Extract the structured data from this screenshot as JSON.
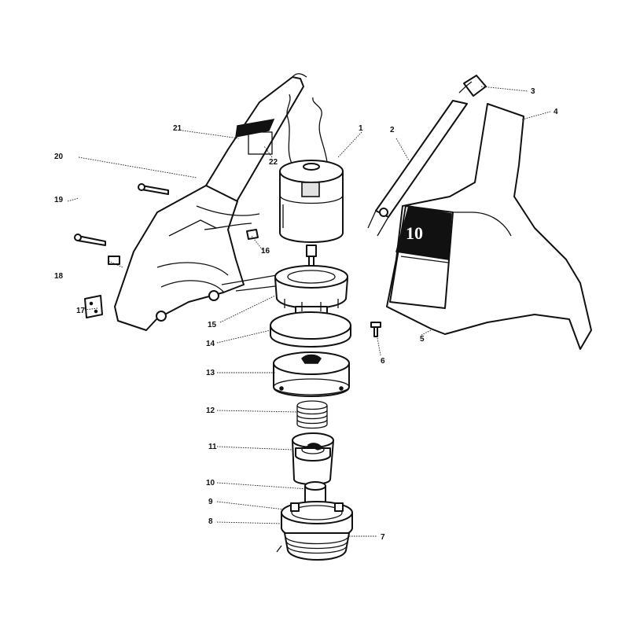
{
  "figure": {
    "decal_text": "10",
    "callouts": [
      "1",
      "2",
      "3",
      "4",
      "5",
      "6",
      "7",
      "8",
      "9",
      "10",
      "11",
      "12",
      "13",
      "14",
      "15",
      "16",
      "17",
      "18",
      "19",
      "20",
      "21",
      "22"
    ]
  }
}
